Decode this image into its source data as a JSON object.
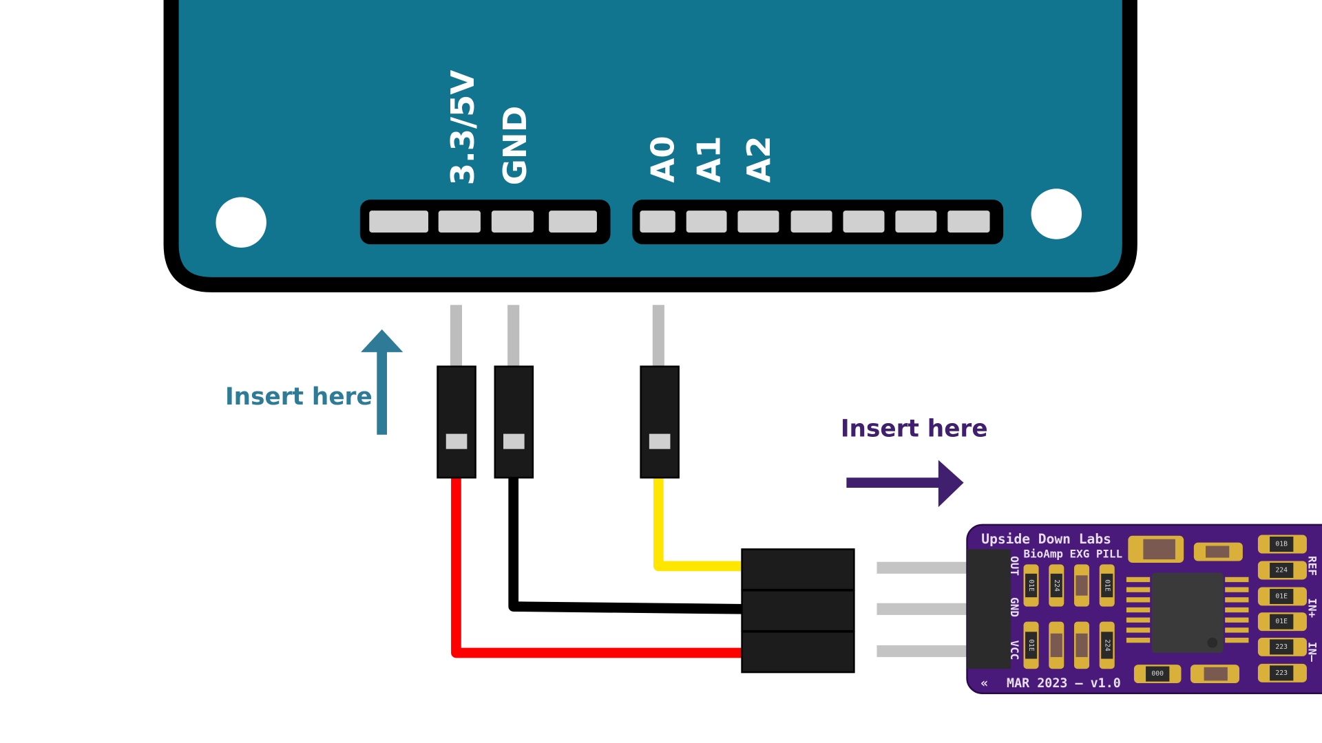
{
  "board": {
    "color": "#12758f",
    "pin_labels": {
      "vcc": "3.3/5V",
      "gnd": "GND",
      "a0": "A0",
      "a1": "A1",
      "a2": "A2"
    }
  },
  "instructions": {
    "insert_board": {
      "text": "Insert here",
      "color": "#2d7b96"
    },
    "insert_module": {
      "text": "Insert here",
      "color": "#3f1f6e"
    }
  },
  "wires": {
    "vcc": "#ff0000",
    "gnd": "#000000",
    "signal": "#ffe600"
  },
  "module": {
    "color": "#4a1a7a",
    "brand": "Upside Down Labs",
    "name": "BioAmp EXG PILL",
    "revision": "MAR 2023 – v1.0",
    "chevrons": "«",
    "left_pins": [
      "OUT",
      "GND",
      "VCC"
    ],
    "right_pins": [
      "REF",
      "IN+",
      "IN–"
    ],
    "component_codes": [
      "01E",
      "224",
      "01E",
      "01E",
      "224",
      "01B",
      "224",
      "01E",
      "01E",
      "223",
      "223",
      "000"
    ]
  }
}
